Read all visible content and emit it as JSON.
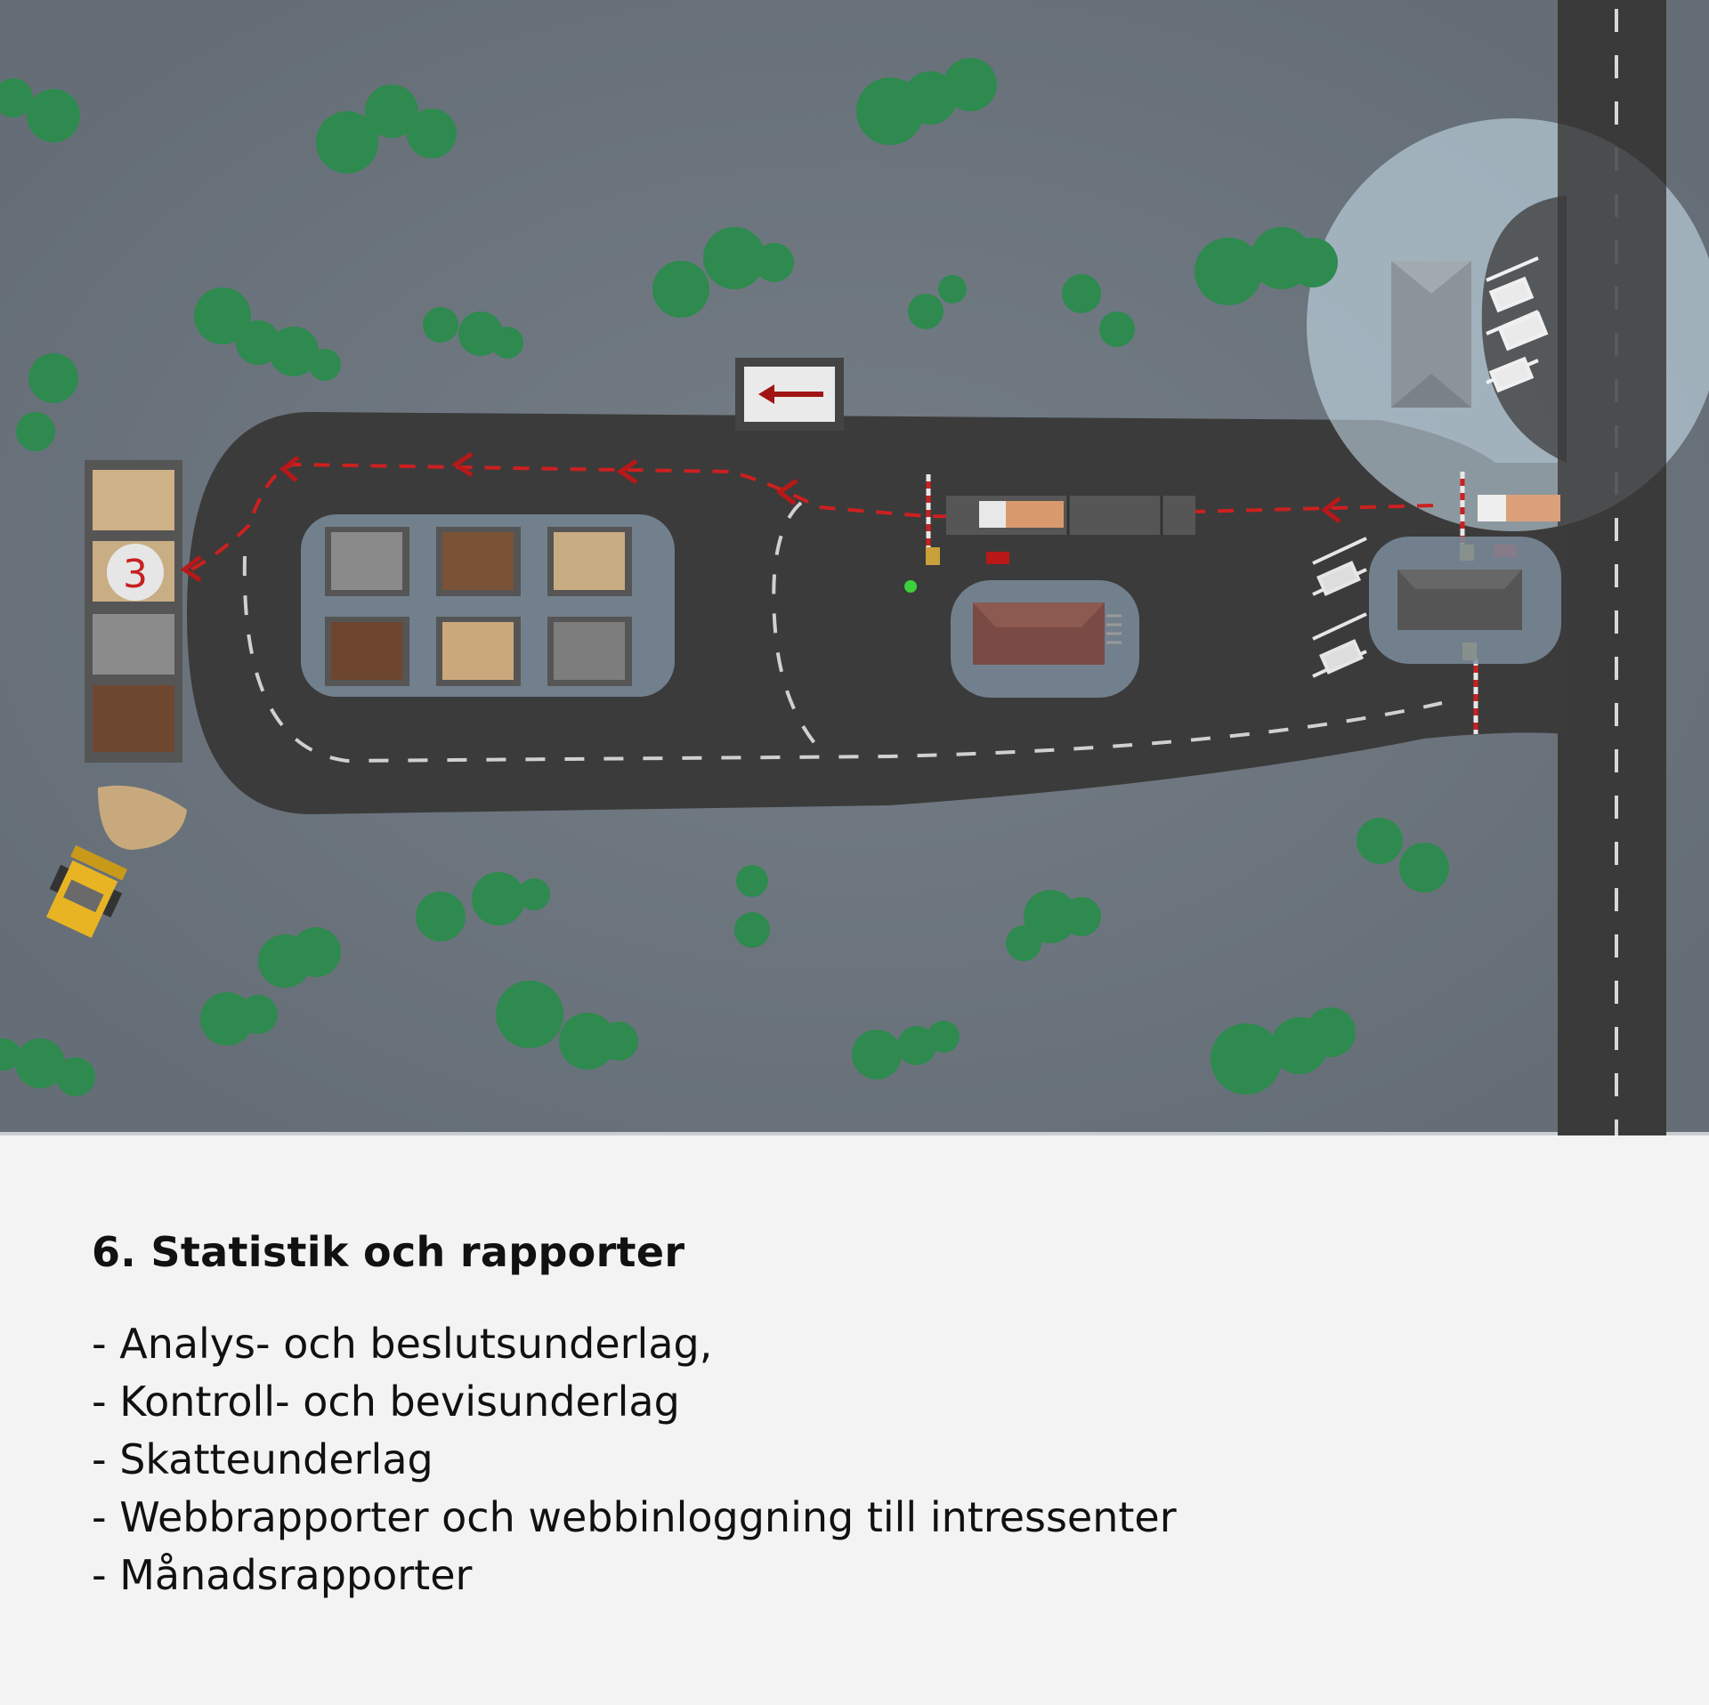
{
  "illustration": {
    "station_number": "3",
    "colors": {
      "ground": "#6e7780",
      "asphalt": "#3b3b3b",
      "road_marking": "#d8d8d8",
      "route_arrow": "#cc2020",
      "tree": "#2e8a4e",
      "highlight": "#d0e6f2",
      "loader": "#e8b423"
    },
    "icons": [
      "arrow-sign-icon",
      "barrier-icon",
      "truck-icon",
      "wheel-loader-icon",
      "tree-icon",
      "building-icon",
      "parking-lot-icon",
      "material-bin-icon"
    ]
  },
  "content": {
    "heading": "6. Statistik och rapporter",
    "items": [
      "- Analys- och beslutsunderlag,",
      "- Kontroll- och bevisunderlag",
      "- Skatteunderlag",
      "- Webbrapporter och webbinloggning till intressenter",
      "- Månadsrapporter"
    ]
  }
}
